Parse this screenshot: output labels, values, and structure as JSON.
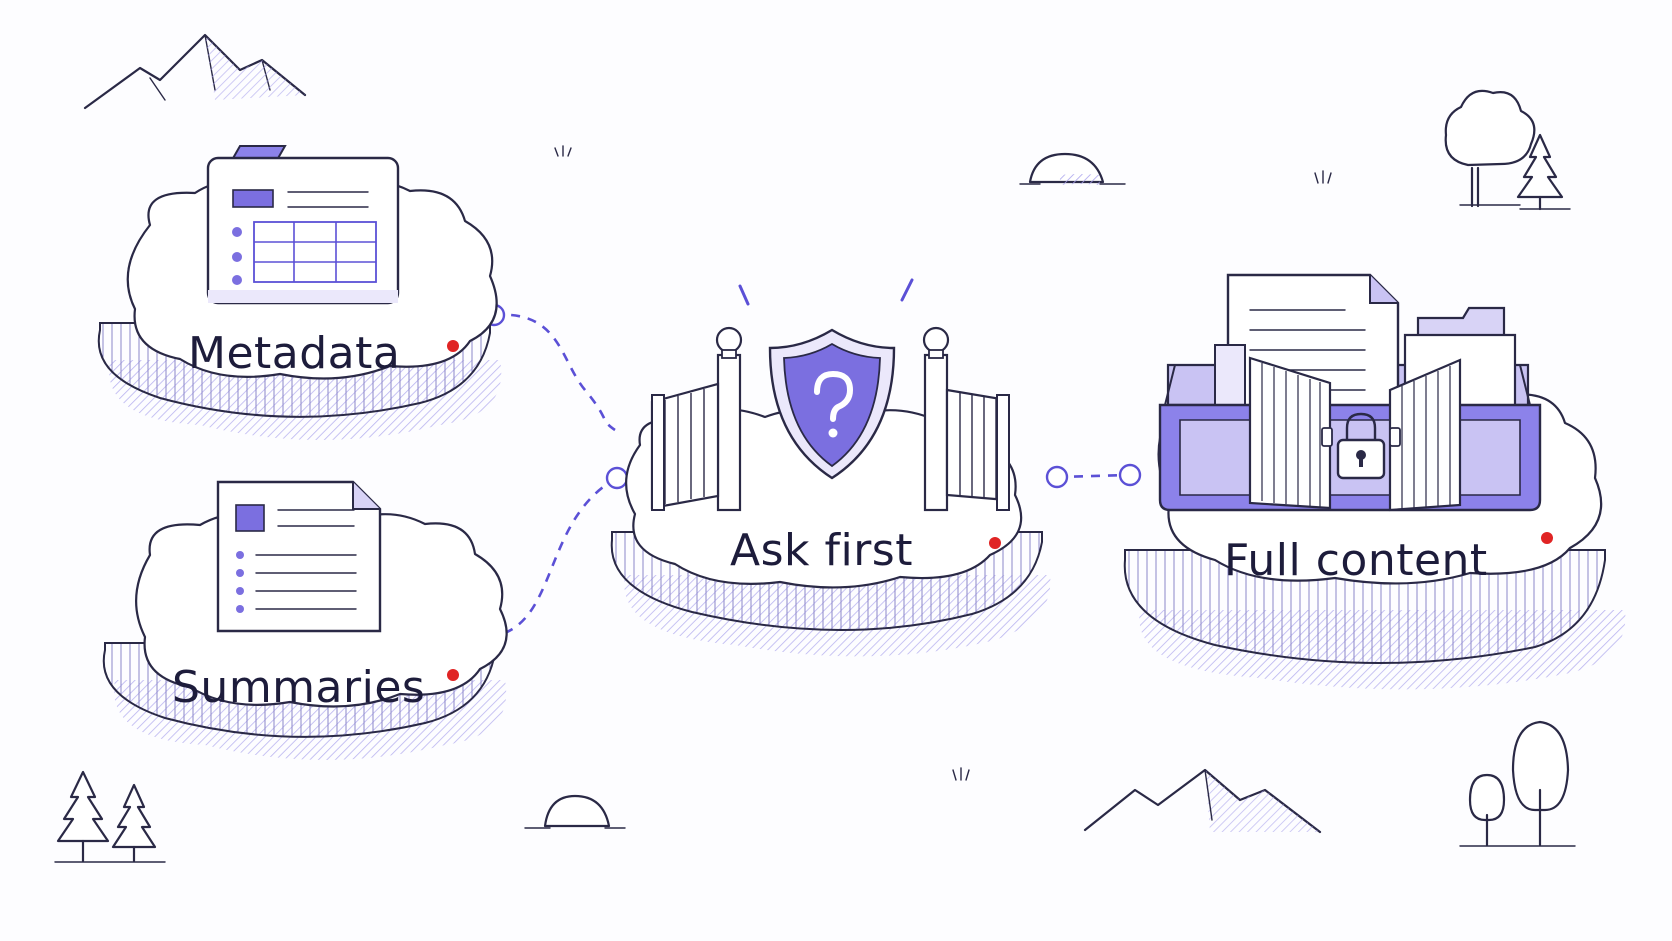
{
  "colors": {
    "ink": "#2a2946",
    "accent": "#7b6fe0",
    "accent_light": "#c9c3f3",
    "accent_pale": "#ebe8fb",
    "dot_red": "#e02424",
    "background": "#fdfdff"
  },
  "nodes": [
    {
      "id": "metadata",
      "label": "Metadata",
      "icon": "folder-table-icon"
    },
    {
      "id": "summaries",
      "label": "Summaries",
      "icon": "document-list-icon"
    },
    {
      "id": "ask_first",
      "label": "Ask first",
      "icon": "shield-question-gate-icon"
    },
    {
      "id": "full_content",
      "label": "Full content",
      "icon": "locked-box-documents-icon"
    }
  ],
  "connections": [
    {
      "from": "metadata",
      "to": "ask_first"
    },
    {
      "from": "summaries",
      "to": "ask_first"
    },
    {
      "from": "ask_first",
      "to": "full_content"
    }
  ]
}
